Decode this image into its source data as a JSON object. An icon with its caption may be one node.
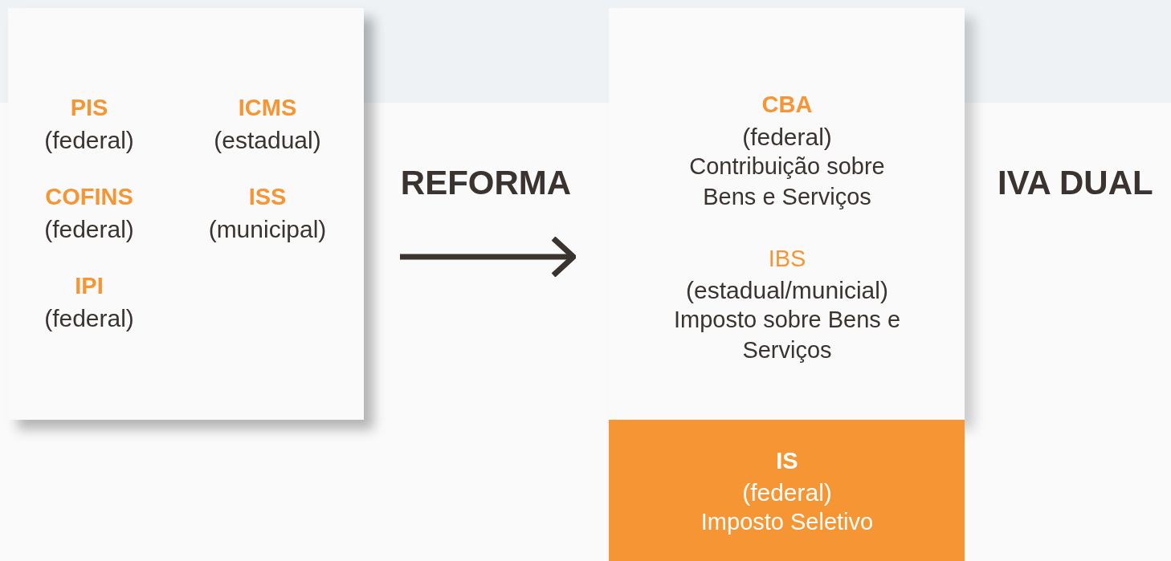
{
  "diagram": {
    "nodes": [
      {
        "text": [
          "PIS",
          "(federal)",
          "ICMS",
          "(estadual)",
          "COFINS",
          "(federal)",
          "ISS",
          "(municipal)",
          "IPI",
          "(federal)"
        ]
      },
      {
        "text": [
          "CBA",
          "(federal)",
          "Contribuição sobre Bens e Serviços",
          "IBS",
          "(estadual/municial)",
          "Imposto sobre Bens e Serviços"
        ]
      },
      {
        "text": [
          "IS",
          "(federal)",
          "Imposto Seletivo"
        ]
      }
    ],
    "edges": [
      {
        "from": 0,
        "to": 1,
        "arrow": "to",
        "label": "REFORMA"
      }
    ],
    "labels": [
      "IVA DUAL"
    ]
  }
}
